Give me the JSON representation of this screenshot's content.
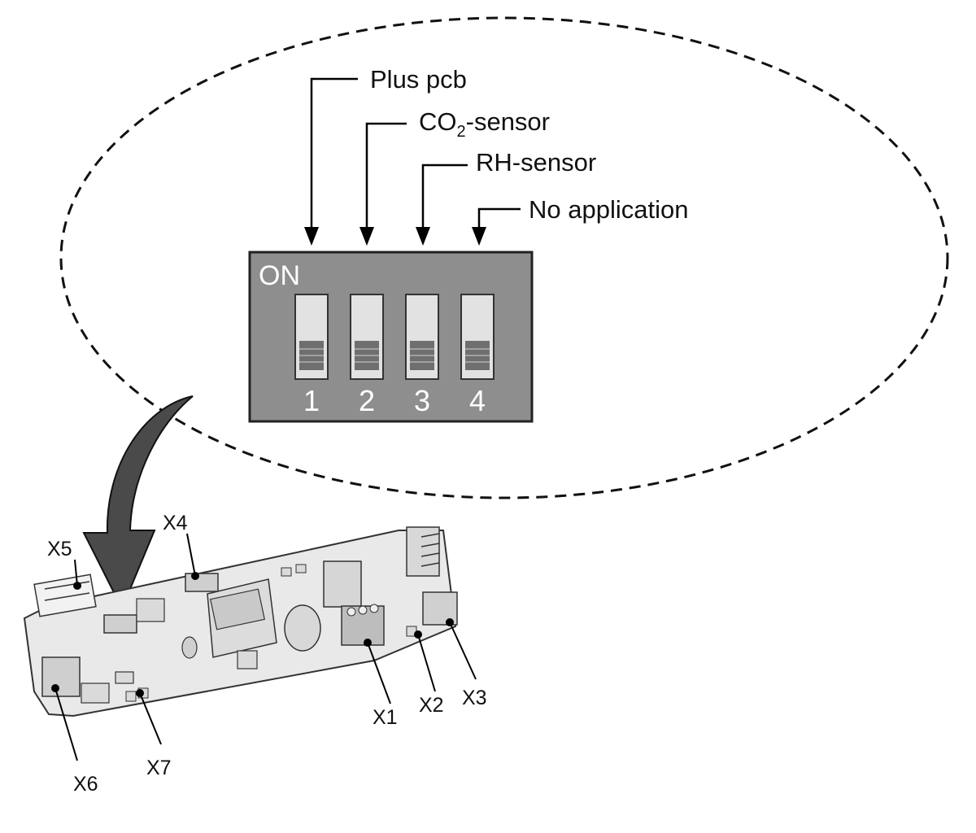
{
  "dip_switch": {
    "on_label": "ON",
    "switches": [
      {
        "number": "1",
        "function": "Plus pcb"
      },
      {
        "number": "2",
        "function_main": "CO",
        "function_sub": "2",
        "function_suffix": "-sensor"
      },
      {
        "number": "3",
        "function": "RH-sensor"
      },
      {
        "number": "4",
        "function": "No application"
      }
    ]
  },
  "connectors": {
    "x1": "X1",
    "x2": "X2",
    "x3": "X3",
    "x4": "X4",
    "x5": "X5",
    "x6": "X6",
    "x7": "X7"
  },
  "colors": {
    "switch_body": "#8e8e8e",
    "switch_slot": "#e2e2e2",
    "switch_lever": "#707070",
    "pcb": "#e9e9e9",
    "arrow": "#4a4a4a"
  }
}
